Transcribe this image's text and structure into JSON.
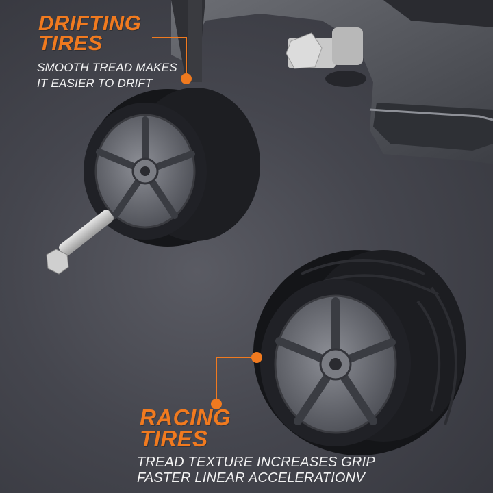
{
  "drifting": {
    "title_line1": "DRIFTING",
    "title_line2": "TIRES",
    "desc_line1": "SMOOTH TREAD MAKES",
    "desc_line2": "IT EASIER TO DRIFT"
  },
  "racing": {
    "title_line1": "RACING",
    "title_line2": "TIRES",
    "desc_line1": "TREAD TEXTURE INCREASES GRIP",
    "desc_line2": "FASTER LINEAR ACCELERATIONV"
  },
  "colors": {
    "accent": "#f07a1f",
    "text": "#f2f2f2",
    "background": "#45464e"
  }
}
